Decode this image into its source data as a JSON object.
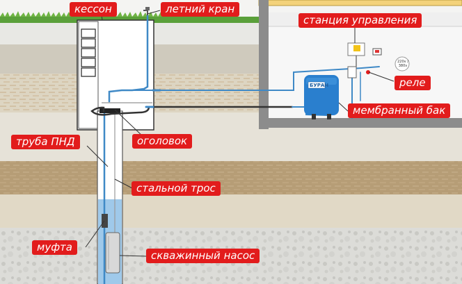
{
  "labels": {
    "kesson": "кессон",
    "letny_kran": "летний кран",
    "stantsiya": "станция управления",
    "rele": "реле",
    "membr_bak": "мембранный бак",
    "truba_pnd": "труба ПНД",
    "ogolovok": "оголовок",
    "stalnoy_tros": "стальной трос",
    "mufta": "муфта",
    "nasos": "скважинный насос"
  },
  "tank_brand": "БУРАН",
  "voltage": "220v / 380v",
  "colors": {
    "label_bg": "#e21c1c",
    "label_text": "#ffffff",
    "pipe": "#3f89c6",
    "water": "#9fc9ea",
    "tank": "#2a7fce"
  }
}
